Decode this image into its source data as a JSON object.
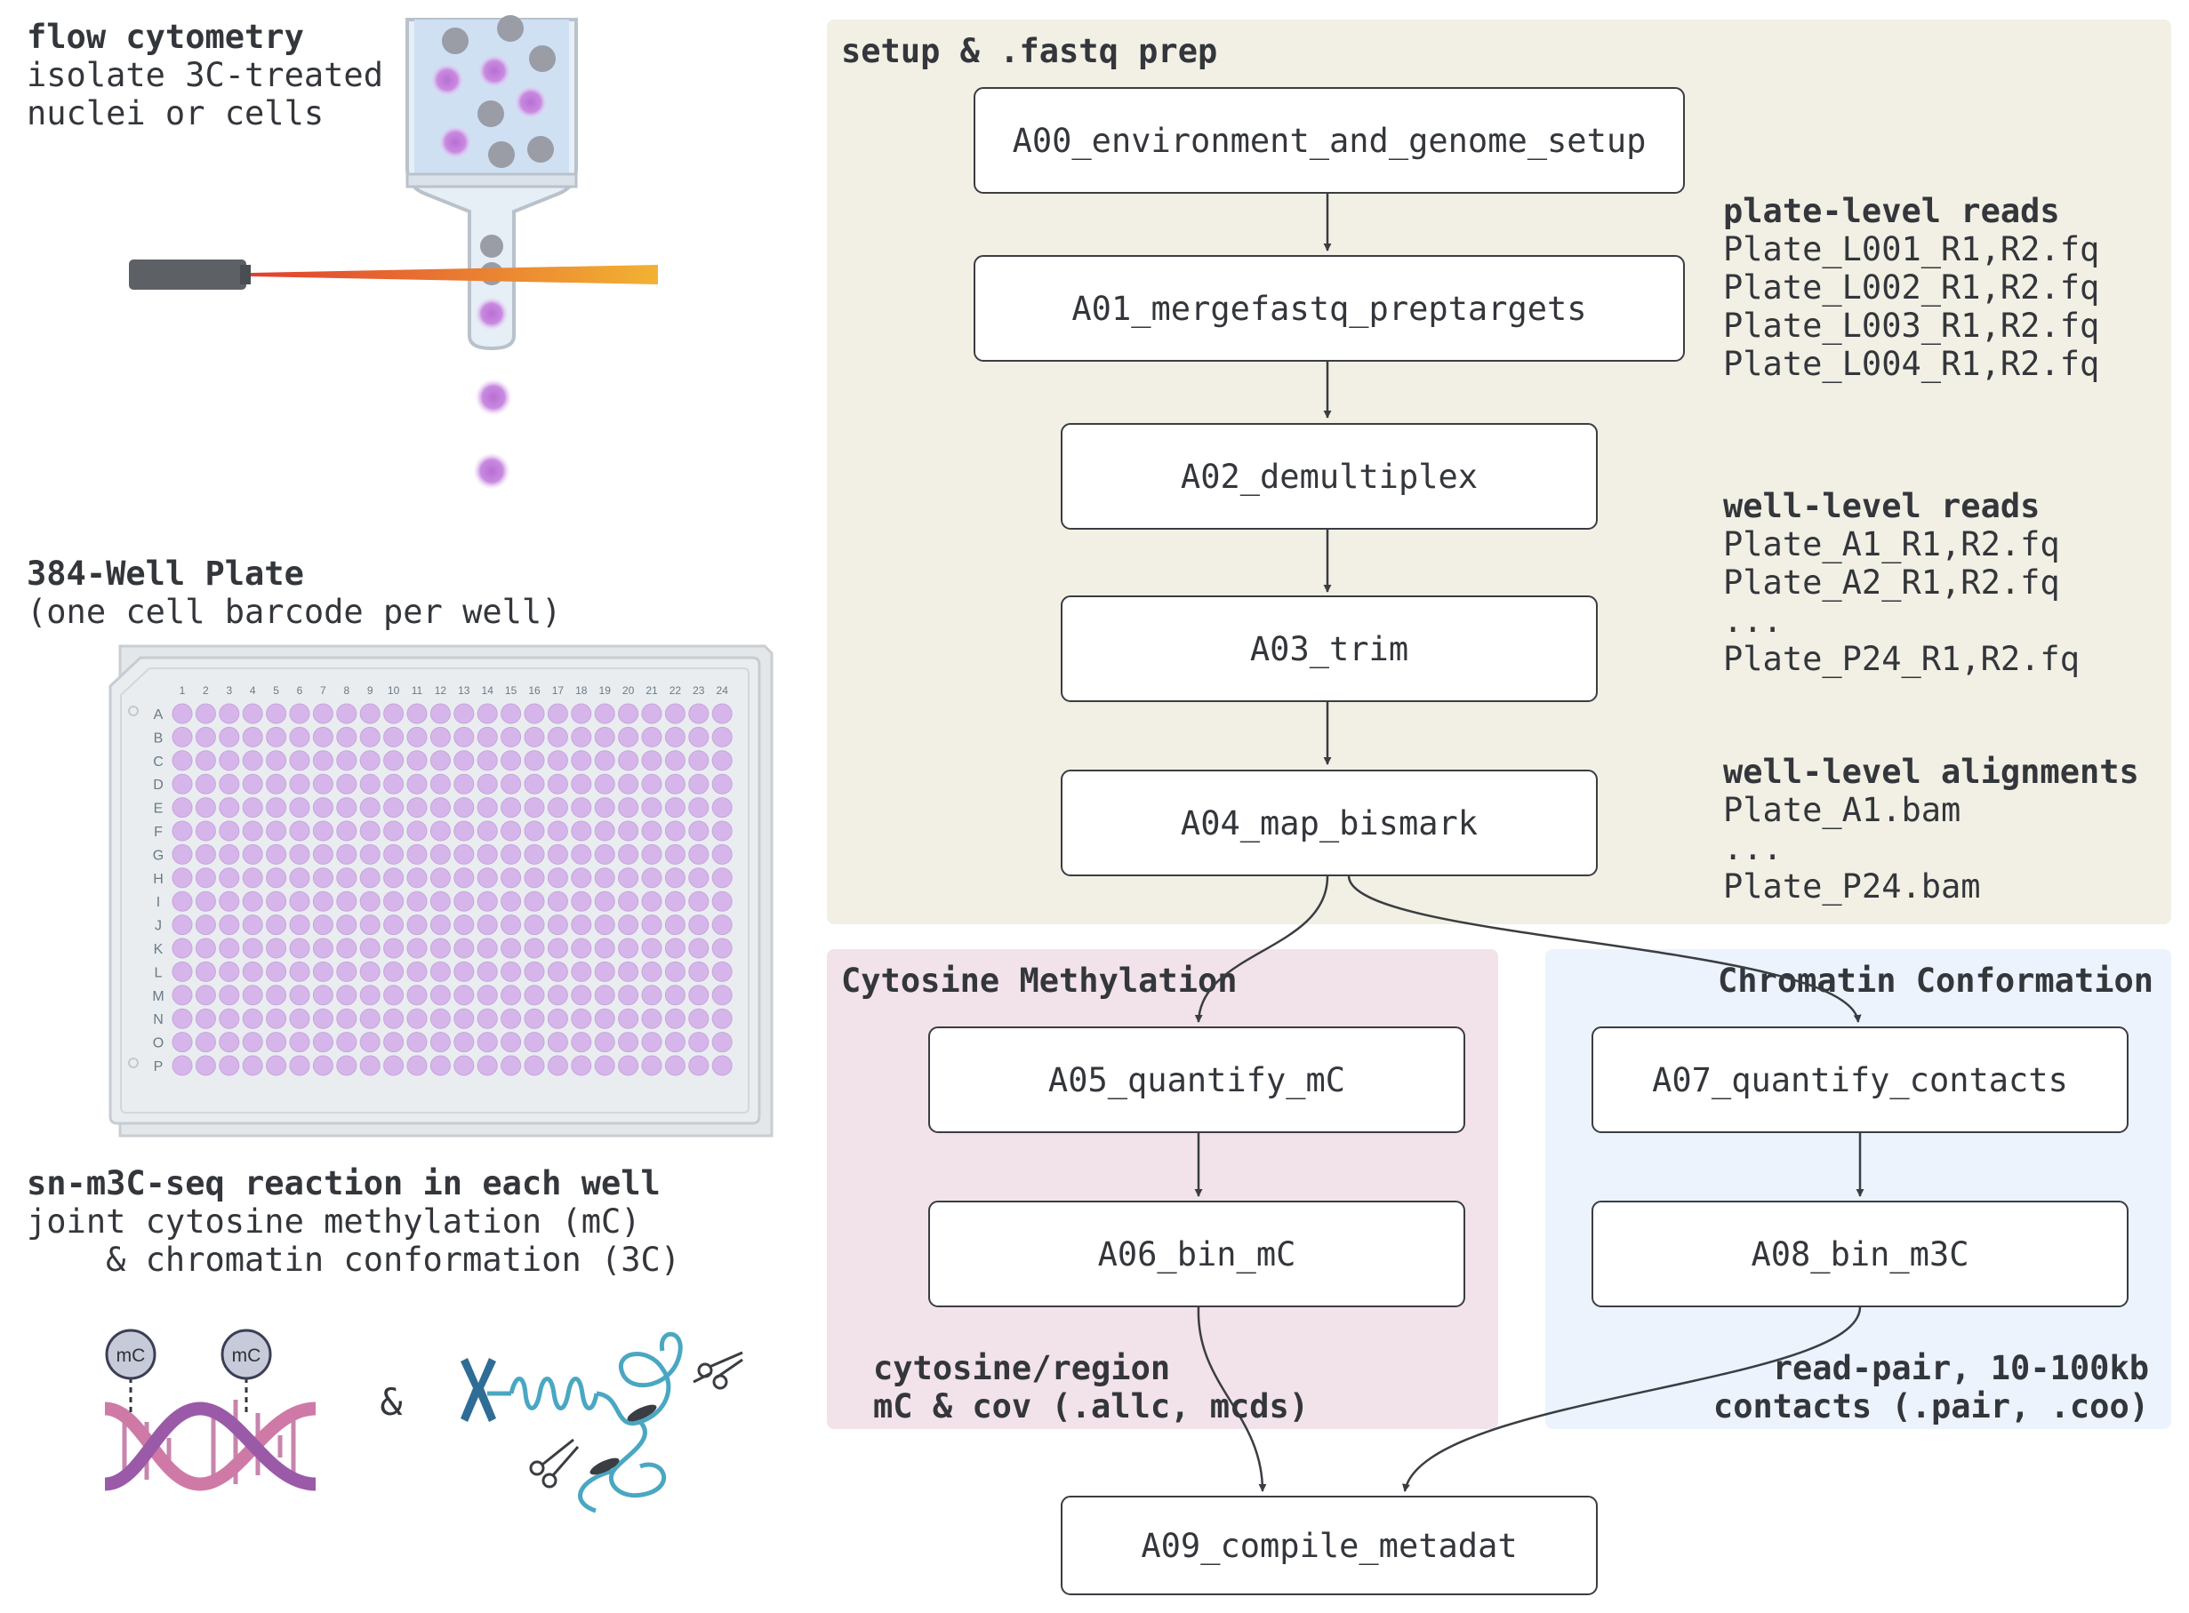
{
  "left_panel": {
    "flow": {
      "title": "flow cytometry",
      "lines": [
        "isolate 3C-treated",
        "nuclei or cells"
      ]
    },
    "plate": {
      "title": "384-Well Plate",
      "subtitle": "(one cell barcode per well)",
      "column_labels": [
        "1",
        "2",
        "3",
        "4",
        "5",
        "6",
        "7",
        "8",
        "9",
        "10",
        "11",
        "12",
        "13",
        "14",
        "15",
        "16",
        "17",
        "18",
        "19",
        "20",
        "21",
        "22",
        "23",
        "24"
      ],
      "row_labels": [
        "A",
        "B",
        "C",
        "D",
        "E",
        "F",
        "G",
        "H",
        "I",
        "J",
        "K",
        "L",
        "M",
        "N",
        "O",
        "P"
      ],
      "well_color": "#d6b6ea"
    },
    "reaction": {
      "title": "sn-m3C-seq reaction in each well",
      "lines": [
        "joint cytosine methylation (mC)",
        "    & chromatin conformation (3C)"
      ],
      "mc_label": "mC",
      "ampersand": "&"
    }
  },
  "regions": {
    "setup": {
      "title": "setup & .fastq prep",
      "color": "#f2f0e4"
    },
    "methylation": {
      "title": "Cytosine Methylation",
      "color": "#f2e2e9"
    },
    "conformation": {
      "title": "Chromatin Conformation",
      "color": "#ecf3fd"
    }
  },
  "nodes": {
    "a00": "A00_environment_and_genome_setup",
    "a01": "A01_mergefastq_preptargets",
    "a02": "A02_demultiplex",
    "a03": "A03_trim",
    "a04": "A04_map_bismark",
    "a05": "A05_quantify_mC",
    "a06": "A06_bin_mC",
    "a07": "A07_quantify_contacts",
    "a08": "A08_bin_m3C",
    "a09": "A09_compile_metadat"
  },
  "annotations": {
    "plate_reads": {
      "title": "plate-level reads",
      "lines": [
        "Plate_L001_R1,R2.fq",
        "Plate_L002_R1,R2.fq",
        "Plate_L003_R1,R2.fq",
        "Plate_L004_R1,R2.fq"
      ]
    },
    "well_reads": {
      "title": "well-level reads",
      "lines": [
        "Plate_A1_R1,R2.fq",
        "Plate_A2_R1,R2.fq",
        "...",
        "Plate_P24_R1,R2.fq"
      ]
    },
    "well_alignments": {
      "title": "well-level alignments",
      "lines": [
        "Plate_A1.bam",
        "...",
        "Plate_P24.bam"
      ]
    },
    "mc_output": {
      "lines": [
        "cytosine/region",
        "mC & cov (.allc, mcds)"
      ]
    },
    "contacts_output": {
      "lines": [
        "read-pair, 10-100kb",
        "contacts (.pair, .coo)"
      ]
    }
  },
  "colors": {
    "edge": "#3a3d42",
    "text": "#33363b",
    "nucleus": "#c07ad8",
    "laser": "#e04030",
    "beam": "#f2b233",
    "dna_purple": "#9b5aa8",
    "dna_pink": "#cf7aa6",
    "chromatin": "#4aa7c2"
  }
}
